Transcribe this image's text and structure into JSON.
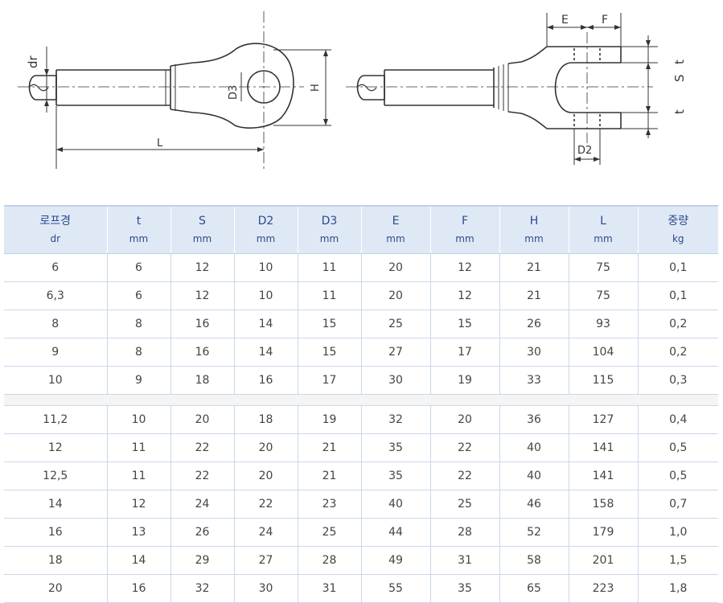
{
  "drawing": {
    "labels": {
      "dr": "dr",
      "d3": "D3",
      "h": "H",
      "l": "L",
      "e": "E",
      "f": "F",
      "s": "S",
      "t_top": "t",
      "t_bottom": "t",
      "d2": "D2"
    }
  },
  "table": {
    "headers": [
      {
        "name": "로프경",
        "unit": "dr"
      },
      {
        "name": "t",
        "unit": "mm"
      },
      {
        "name": "S",
        "unit": "mm"
      },
      {
        "name": "D2",
        "unit": "mm"
      },
      {
        "name": "D3",
        "unit": "mm"
      },
      {
        "name": "E",
        "unit": "mm"
      },
      {
        "name": "F",
        "unit": "mm"
      },
      {
        "name": "H",
        "unit": "mm"
      },
      {
        "name": "L",
        "unit": "mm"
      },
      {
        "name": "중량",
        "unit": "kg"
      }
    ],
    "group1": [
      [
        "6",
        "6",
        "12",
        "10",
        "11",
        "20",
        "12",
        "21",
        "75",
        "0,1"
      ],
      [
        "6,3",
        "6",
        "12",
        "10",
        "11",
        "20",
        "12",
        "21",
        "75",
        "0,1"
      ],
      [
        "8",
        "8",
        "16",
        "14",
        "15",
        "25",
        "15",
        "26",
        "93",
        "0,2"
      ],
      [
        "9",
        "8",
        "16",
        "14",
        "15",
        "27",
        "17",
        "30",
        "104",
        "0,2"
      ],
      [
        "10",
        "9",
        "18",
        "16",
        "17",
        "30",
        "19",
        "33",
        "115",
        "0,3"
      ]
    ],
    "group2": [
      [
        "11,2",
        "10",
        "20",
        "18",
        "19",
        "32",
        "20",
        "36",
        "127",
        "0,4"
      ],
      [
        "12",
        "11",
        "22",
        "20",
        "21",
        "35",
        "22",
        "40",
        "141",
        "0,5"
      ],
      [
        "12,5",
        "11",
        "22",
        "20",
        "21",
        "35",
        "22",
        "40",
        "141",
        "0,5"
      ],
      [
        "14",
        "12",
        "24",
        "22",
        "23",
        "40",
        "25",
        "46",
        "158",
        "0,7"
      ],
      [
        "16",
        "13",
        "26",
        "24",
        "25",
        "44",
        "28",
        "52",
        "179",
        "1,0"
      ],
      [
        "18",
        "14",
        "29",
        "27",
        "28",
        "49",
        "31",
        "58",
        "201",
        "1,5"
      ],
      [
        "20",
        "16",
        "32",
        "30",
        "31",
        "55",
        "35",
        "65",
        "223",
        "1,8"
      ]
    ]
  }
}
